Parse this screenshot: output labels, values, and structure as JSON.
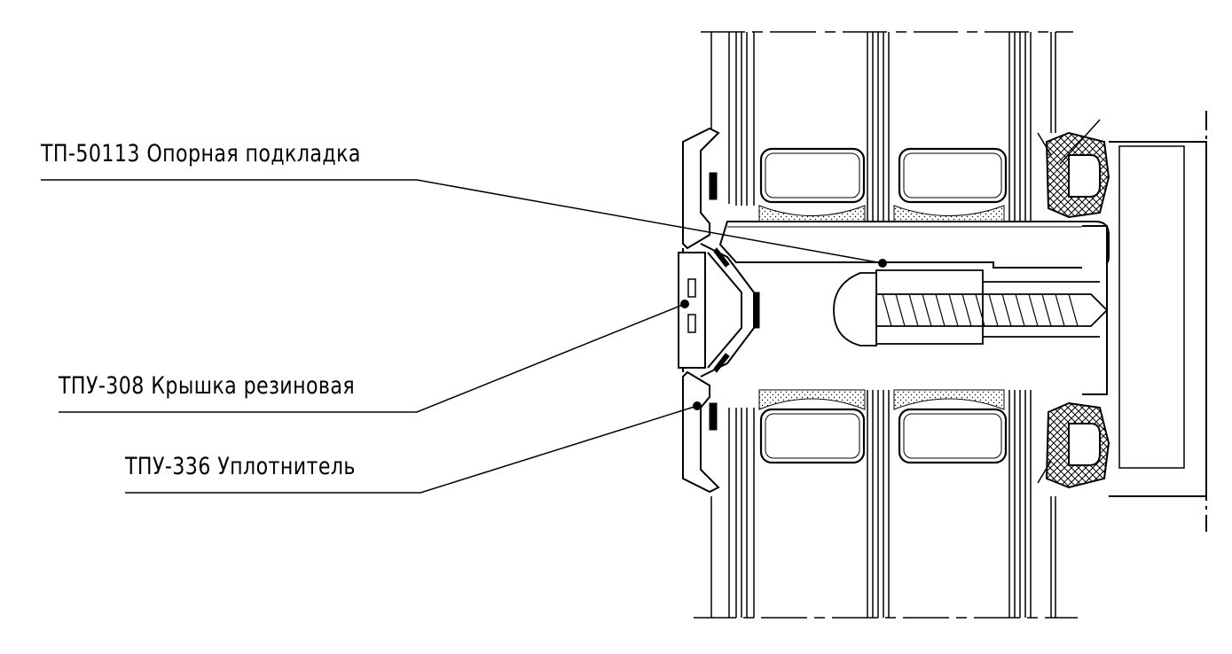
{
  "callouts": [
    {
      "id": "support-pad",
      "text": "ТП-50113 Опорная подкладка"
    },
    {
      "id": "rubber-cap",
      "text": "ТПУ-308 Крышка резиновая"
    },
    {
      "id": "seal",
      "text": "ТПУ-336 Уплотнитель"
    }
  ],
  "colors": {
    "line": "#000000",
    "background": "#ffffff",
    "insulation_fill": "#ffffff",
    "seal_fill": "#000000"
  }
}
